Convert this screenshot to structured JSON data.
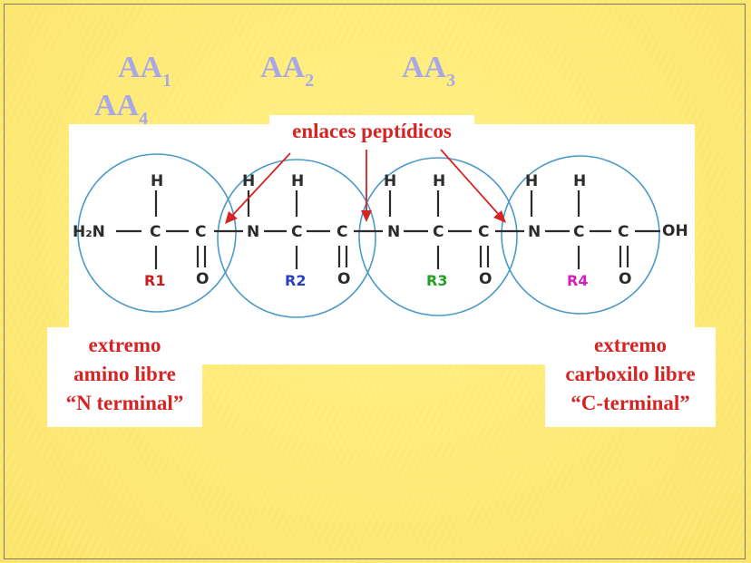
{
  "amino_acids": [
    {
      "base": "AA",
      "sub": "1"
    },
    {
      "base": "AA",
      "sub": "2"
    },
    {
      "base": "AA",
      "sub": "3"
    },
    {
      "base": "AA",
      "sub": "4"
    }
  ],
  "peptide_label": "enlaces peptídicos",
  "n_terminal": {
    "line1": "extremo",
    "line2": "amino libre",
    "line3": "“N terminal”"
  },
  "c_terminal": {
    "line1": "extremo",
    "line2": "carboxilo libre",
    "line3": "“C-terminal”"
  },
  "chain": {
    "start_group": "H₂N",
    "end_group": "OH",
    "atoms": {
      "H": "H",
      "C": "C",
      "N": "N",
      "O": "O"
    },
    "r_groups": [
      {
        "label": "R1",
        "color": "#c81e1e"
      },
      {
        "label": "R2",
        "color": "#2a3fc0"
      },
      {
        "label": "R3",
        "color": "#22a022"
      },
      {
        "label": "R4",
        "color": "#d020c0"
      }
    ]
  },
  "colors": {
    "labels": "#d42424",
    "aa_titles": "#a8a8e8",
    "circles": "#4a9ac8"
  }
}
